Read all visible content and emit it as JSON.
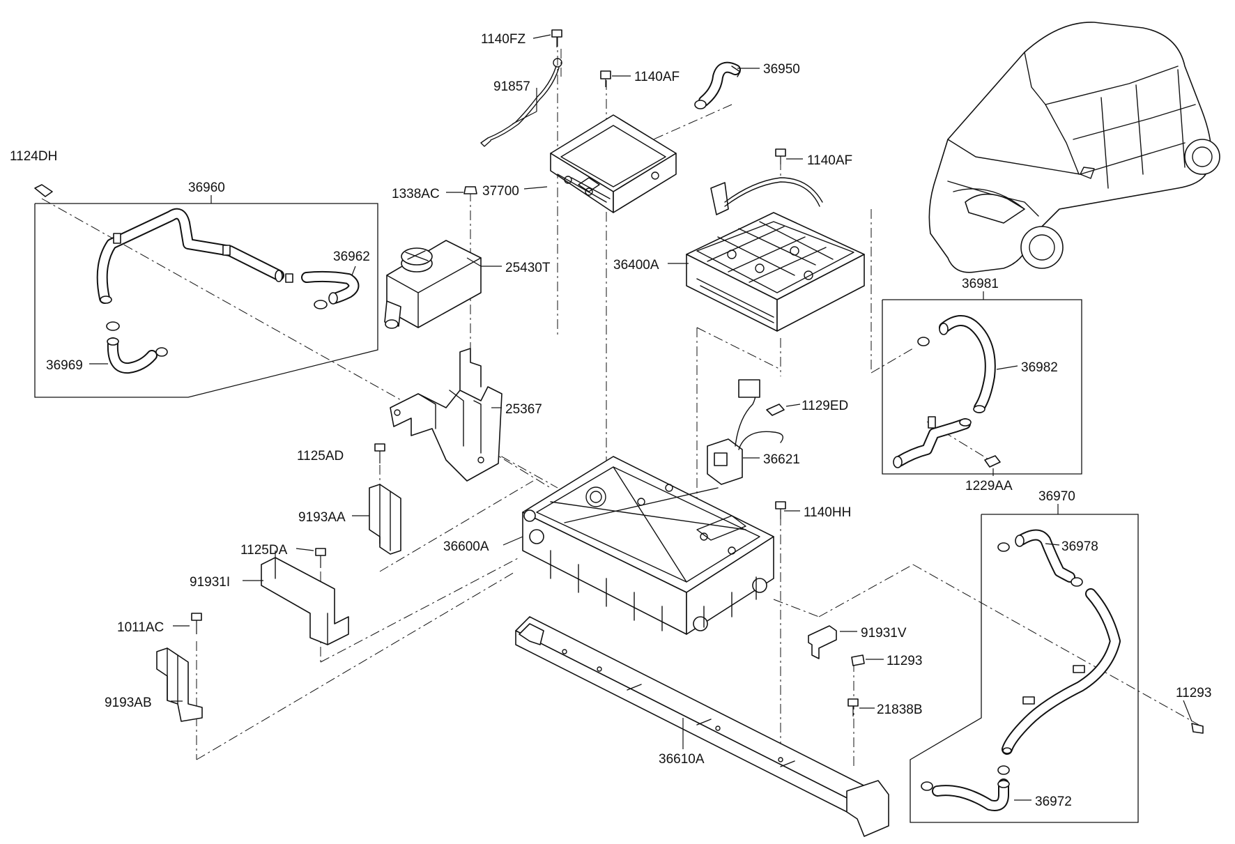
{
  "labels": {
    "p1140FZ": "1140FZ",
    "p91857": "91857",
    "p1140AF_a": "1140AF",
    "p36950": "36950",
    "p1124DH": "1124DH",
    "p36960": "36960",
    "p1338AC": "1338AC",
    "p37700": "37700",
    "p1140AF_b": "1140AF",
    "p36962": "36962",
    "p25430T": "25430T",
    "p36400A": "36400A",
    "p36981": "36981",
    "p36969": "36969",
    "p36982": "36982",
    "p25367": "25367",
    "p1129ED": "1129ED",
    "p1125AD": "1125AD",
    "p36621": "36621",
    "p1229AA": "1229AA",
    "p36970": "36970",
    "p9193AA": "9193AA",
    "p1140HH": "1140HH",
    "p36600A": "36600A",
    "p36978": "36978",
    "p1125DA": "1125DA",
    "p91931I": "91931I",
    "p1011AC": "1011AC",
    "p91931V": "91931V",
    "p11293_a": "11293",
    "p11293_b": "11293",
    "p9193AB": "9193AB",
    "p21838B": "21838B",
    "p36610A": "36610A",
    "p36972": "36972"
  }
}
